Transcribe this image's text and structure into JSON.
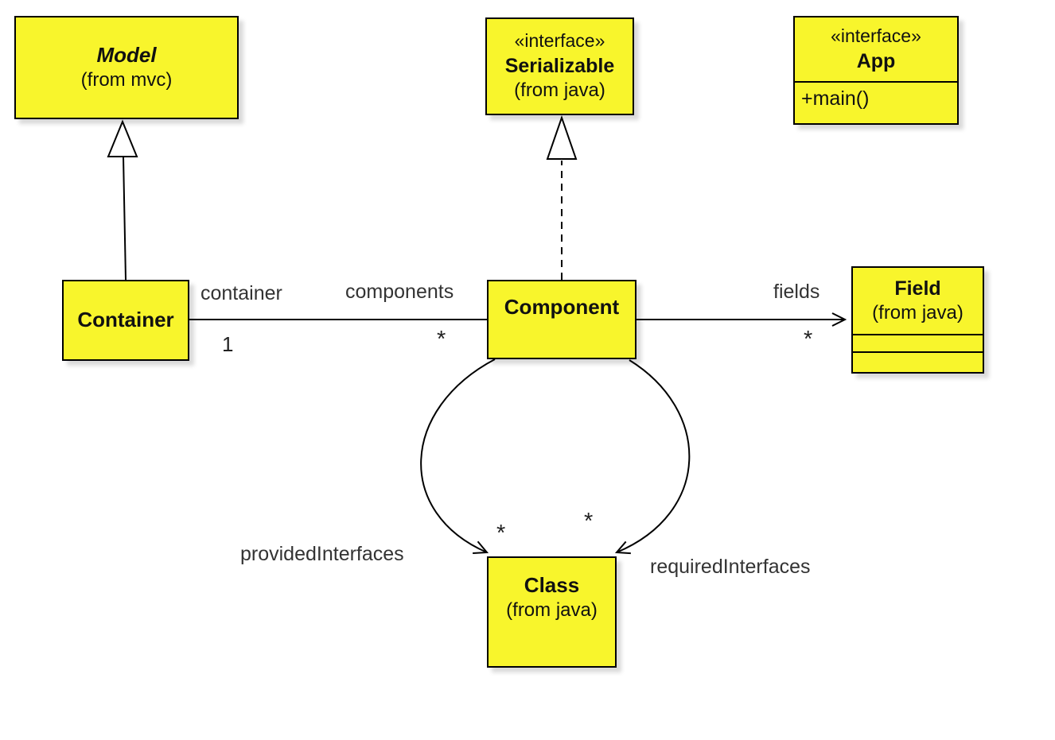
{
  "diagram_type": "uml-class-diagram",
  "colors": {
    "node_fill": "#F8F52C",
    "node_border": "#000000",
    "label_text": "#333333"
  },
  "nodes": {
    "model": {
      "name": "Model",
      "origin": "(from mvc)"
    },
    "serializable": {
      "stereotype": "«interface»",
      "name": "Serializable",
      "origin": "(from java)"
    },
    "app": {
      "stereotype": "«interface»",
      "name": "App",
      "operations": [
        "+main()"
      ]
    },
    "container": {
      "name": "Container"
    },
    "component": {
      "name": "Component"
    },
    "field": {
      "name": "Field",
      "origin": "(from java)"
    },
    "class": {
      "name": "Class",
      "origin": "(from java)"
    }
  },
  "edges": {
    "container_component": {
      "source_role": "container",
      "source_mult": "1",
      "target_role": "components",
      "target_mult": "*"
    },
    "component_field": {
      "target_role": "fields",
      "target_mult": "*"
    },
    "component_class_provided": {
      "role": "providedInterfaces",
      "mult": "*"
    },
    "component_class_required": {
      "role": "requiredInterfaces",
      "mult": "*"
    }
  }
}
